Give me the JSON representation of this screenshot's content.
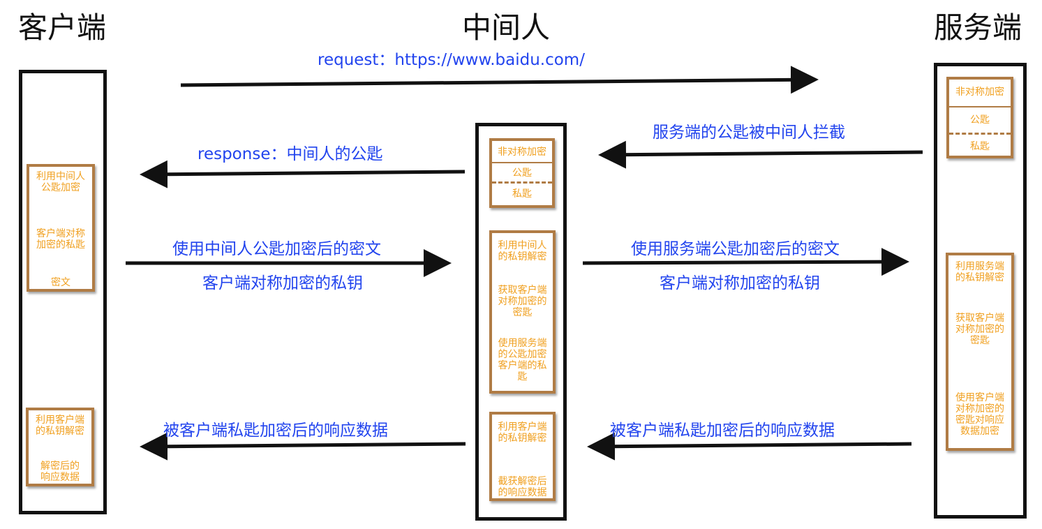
{
  "actors": {
    "client": "客户端",
    "mitm": "中间人",
    "server": "服务端"
  },
  "messages": {
    "request": "request：https://www.baidu.com/",
    "intercept_pubkey": "服务端的公匙被中间人拦截",
    "response_mitm_pubkey": "response：中间人的公匙",
    "client_cipher_line1": "使用中间人公匙加密后的密文",
    "client_cipher_line2": "客户端对称加密的私钥",
    "mitm_cipher_line1": "使用服务端公匙加密后的密文",
    "mitm_cipher_line2": "客户端对称加密的私钥",
    "server_response_data": "被客户端私匙加密后的响应数据",
    "mitm_response_data": "被客户端私匙加密后的响应数据"
  },
  "server": {
    "keys_box": {
      "title": "非对称加密",
      "public": "公匙",
      "private": "私匙"
    },
    "process": {
      "step1": [
        "利用服务端",
        "的私钥解密"
      ],
      "step2": [
        "获取客户端",
        "对称加密的",
        "密匙"
      ],
      "step3": [
        "使用客户端",
        "对称加密的",
        "密匙对响应",
        "数据加密"
      ]
    }
  },
  "mitm": {
    "keys_box": {
      "title": "非对称加密",
      "public": "公匙",
      "private": "私匙"
    },
    "process": {
      "step1": [
        "利用中间人",
        "的私钥解密"
      ],
      "step2": [
        "获取客户端",
        "对称加密的",
        "密匙"
      ],
      "step3": [
        "使用服务端",
        "的公匙加密",
        "客户端的私",
        "匙"
      ]
    },
    "response_box": {
      "step1": [
        "利用客户端",
        "的私钥解密"
      ],
      "step2": [
        "截获解密后",
        "的响应数据"
      ]
    }
  },
  "client": {
    "process": {
      "step1": [
        "利用中间人",
        "公匙加密"
      ],
      "step2": [
        "客户端对称",
        "加密的私匙"
      ],
      "step3": [
        "密文"
      ]
    },
    "response_box": {
      "step1": [
        "利用客户端",
        "的私钥解密"
      ],
      "step2": [
        "解密后的",
        "响应数据"
      ]
    }
  },
  "colors": {
    "message_text": "#2244ee",
    "box_text": "#f0a020",
    "box_border": "#b07c45",
    "arrow": "#111111",
    "lane_border": "#111111"
  }
}
